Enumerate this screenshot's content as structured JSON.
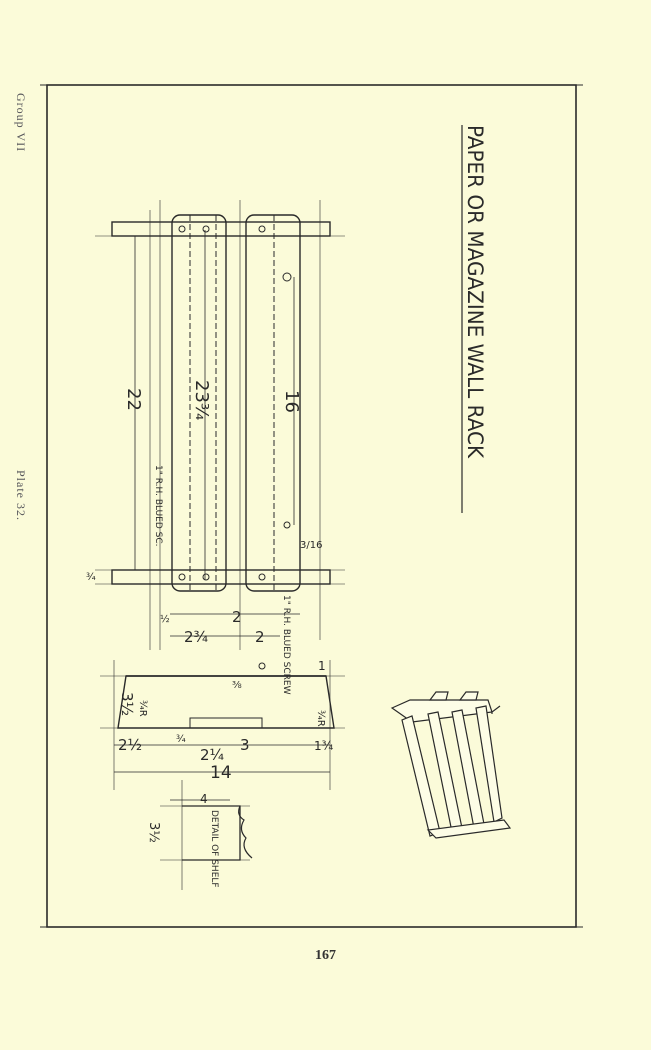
{
  "header": {
    "group": "Group VII",
    "plate": "Plate 32."
  },
  "drawing": {
    "title": "PAPER OR MAGAZINE WALL RACK",
    "dimensions": {
      "d22": "22",
      "d23": "23¾",
      "d16": "16",
      "d14": "14",
      "d2a": "2",
      "d2b": "2",
      "d234": "2¾",
      "d3": "3",
      "d4": "4",
      "d312": "3½",
      "d212": "2½",
      "d214": "2¼",
      "d134": "1¾",
      "d12": "½",
      "d34": "¾",
      "d38": "⅜",
      "d316": "3/16",
      "d1": "1"
    },
    "notes": {
      "screw1": "1\" R.H. BLUED SC.",
      "screw2": "1\" R.H. BLUED SCREW",
      "detail": "DETAIL OF SHELF",
      "radius1": "¾R",
      "radius2": "¾R"
    }
  },
  "footer": {
    "page_number": "167"
  }
}
